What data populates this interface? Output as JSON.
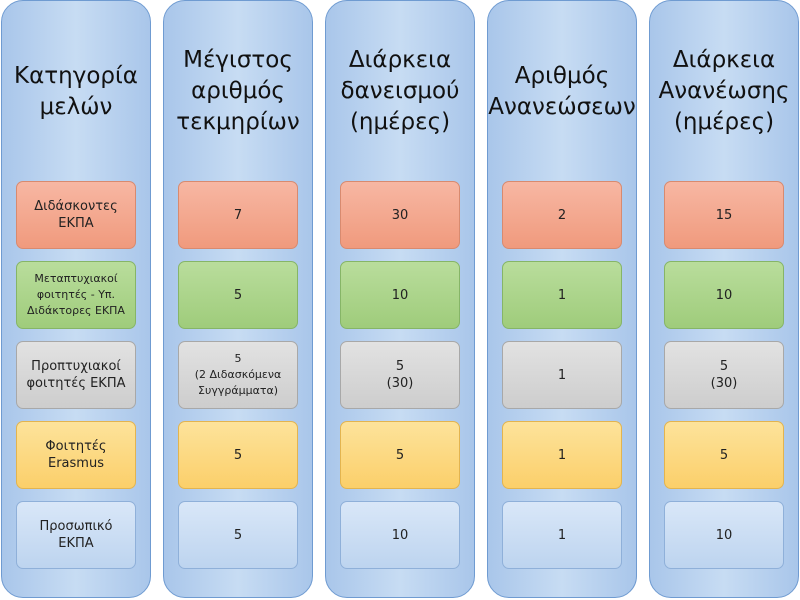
{
  "columns": [
    {
      "title": "Κατηγορία\nμελών",
      "cells": [
        "Διδάσκοντες\nΕΚΠΑ",
        "Μεταπτυχιακοί\nφοιτητές - Υπ.\nΔιδάκτορες ΕΚΠΑ",
        "Προπτυχιακοί\nφοιτητές ΕΚΠΑ",
        "Φοιτητές\nErasmus",
        "Προσωπικό\nΕΚΠΑ"
      ]
    },
    {
      "title": "Μέγιστος\nαριθμός\nτεκμηρίων",
      "cells": [
        "7",
        "5",
        "5\n(2 Διδασκόμενα\nΣυγγράμματα)",
        "5",
        "5"
      ]
    },
    {
      "title": "Διάρκεια\nδανεισμού\n(ημέρες)",
      "cells": [
        "30",
        "10",
        "5\n(30)",
        "5",
        "10"
      ]
    },
    {
      "title": "Αριθμός\nΑνανεώσεων",
      "cells": [
        "2",
        "1",
        "1",
        "1",
        "1"
      ]
    },
    {
      "title": "Διάρκεια\nΑνανέωσης\n(ημέρες)",
      "cells": [
        "15",
        "10",
        "5\n(30)",
        "5",
        "10"
      ]
    }
  ]
}
